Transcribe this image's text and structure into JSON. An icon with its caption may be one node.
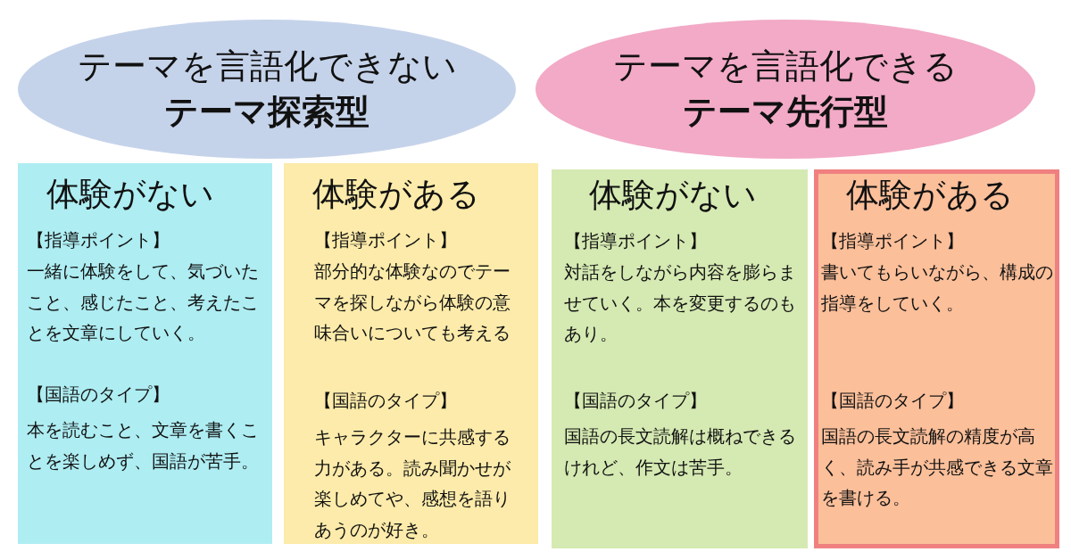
{
  "diagram": {
    "nodes": [
      {
        "text": [
          "テーマを言語化できない",
          "テーマ探索型"
        ]
      },
      {
        "text": [
          "テーマを言語化できる",
          "テーマ先行型"
        ]
      },
      {
        "text": [
          "体験がない",
          "【指導ポイント】",
          "一緒に体験をして、気づいたこと、感じたこと、考えたことを文章にしていく。",
          "【国語のタイプ】",
          "本を読むこと、文章を書くことを楽しめず、国語が苦手。"
        ]
      },
      {
        "text": [
          "体験がある",
          "【指導ポイント】",
          "部分的な体験なのでテーマを探しながら体験の意味合いについても考える",
          "【国語のタイプ】",
          "キャラクターに共感する力がある。読み聞かせが楽しめてや、感想を語りあうのが好き。"
        ]
      },
      {
        "text": [
          "体験がない",
          "【指導ポイント】",
          "対話をしながら内容を膨らませていく。本を変更するのもあり。",
          "【国語のタイプ】",
          "国語の長文読解は概ねできるけれど、作文は苦手。"
        ]
      },
      {
        "text": [
          "体験がある",
          "【指導ポイント】",
          "書いてもらいながら、構成の指導をしていく。",
          "【国語のタイプ】",
          "国語の長文読解の精度が高く、読み手が共感できる文章を書ける。"
        ]
      }
    ]
  }
}
